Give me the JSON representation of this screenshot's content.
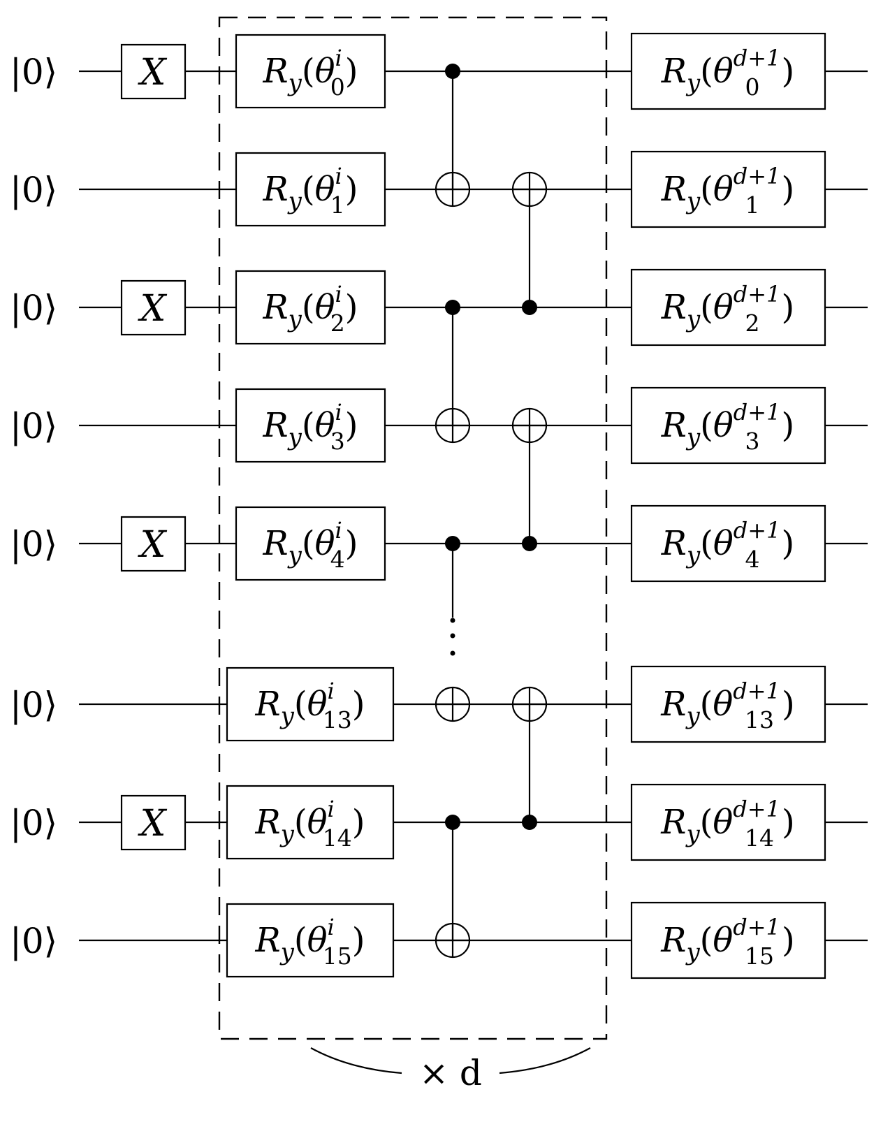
{
  "qubits": [
    {
      "input": "|0⟩",
      "x_gate": true,
      "ry_layer": {
        "base": "R",
        "sub": "y",
        "angle": "θ",
        "sup": "i",
        "idx": "0"
      },
      "ry_final": {
        "base": "R",
        "sub": "y",
        "angle": "θ",
        "sup": "d+1",
        "idx": "0"
      }
    },
    {
      "input": "|0⟩",
      "x_gate": false,
      "ry_layer": {
        "base": "R",
        "sub": "y",
        "angle": "θ",
        "sup": "i",
        "idx": "1"
      },
      "ry_final": {
        "base": "R",
        "sub": "y",
        "angle": "θ",
        "sup": "d+1",
        "idx": "1"
      }
    },
    {
      "input": "|0⟩",
      "x_gate": true,
      "ry_layer": {
        "base": "R",
        "sub": "y",
        "angle": "θ",
        "sup": "i",
        "idx": "2"
      },
      "ry_final": {
        "base": "R",
        "sub": "y",
        "angle": "θ",
        "sup": "d+1",
        "idx": "2"
      }
    },
    {
      "input": "|0⟩",
      "x_gate": false,
      "ry_layer": {
        "base": "R",
        "sub": "y",
        "angle": "θ",
        "sup": "i",
        "idx": "3"
      },
      "ry_final": {
        "base": "R",
        "sub": "y",
        "angle": "θ",
        "sup": "d+1",
        "idx": "3"
      }
    },
    {
      "input": "|0⟩",
      "x_gate": true,
      "ry_layer": {
        "base": "R",
        "sub": "y",
        "angle": "θ",
        "sup": "i",
        "idx": "4"
      },
      "ry_final": {
        "base": "R",
        "sub": "y",
        "angle": "θ",
        "sup": "d+1",
        "idx": "4"
      }
    },
    {
      "input": "|0⟩",
      "x_gate": false,
      "ry_layer": {
        "base": "R",
        "sub": "y",
        "angle": "θ",
        "sup": "i",
        "idx": "13"
      },
      "ry_final": {
        "base": "R",
        "sub": "y",
        "angle": "θ",
        "sup": "d+1",
        "idx": "13"
      }
    },
    {
      "input": "|0⟩",
      "x_gate": true,
      "ry_layer": {
        "base": "R",
        "sub": "y",
        "angle": "θ",
        "sup": "i",
        "idx": "14"
      },
      "ry_final": {
        "base": "R",
        "sub": "y",
        "angle": "θ",
        "sup": "d+1",
        "idx": "14"
      }
    },
    {
      "input": "|0⟩",
      "x_gate": false,
      "ry_layer": {
        "base": "R",
        "sub": "y",
        "angle": "θ",
        "sup": "i",
        "idx": "15"
      },
      "ry_final": {
        "base": "R",
        "sub": "y",
        "angle": "θ",
        "sup": "d+1",
        "idx": "15"
      }
    }
  ],
  "x_gate_label": "X",
  "cnot_column_1": [
    {
      "control": 0,
      "target": 1
    },
    {
      "control": 2,
      "target": 3
    },
    {
      "control": 4,
      "target": 5,
      "ellipsis": true
    },
    {
      "control": 6,
      "target": 7
    }
  ],
  "cnot_column_2": [
    {
      "control": 2,
      "target": 1
    },
    {
      "control": 4,
      "target": 3
    },
    {
      "control": 6,
      "target": 5
    }
  ],
  "repeat_label": "× d"
}
